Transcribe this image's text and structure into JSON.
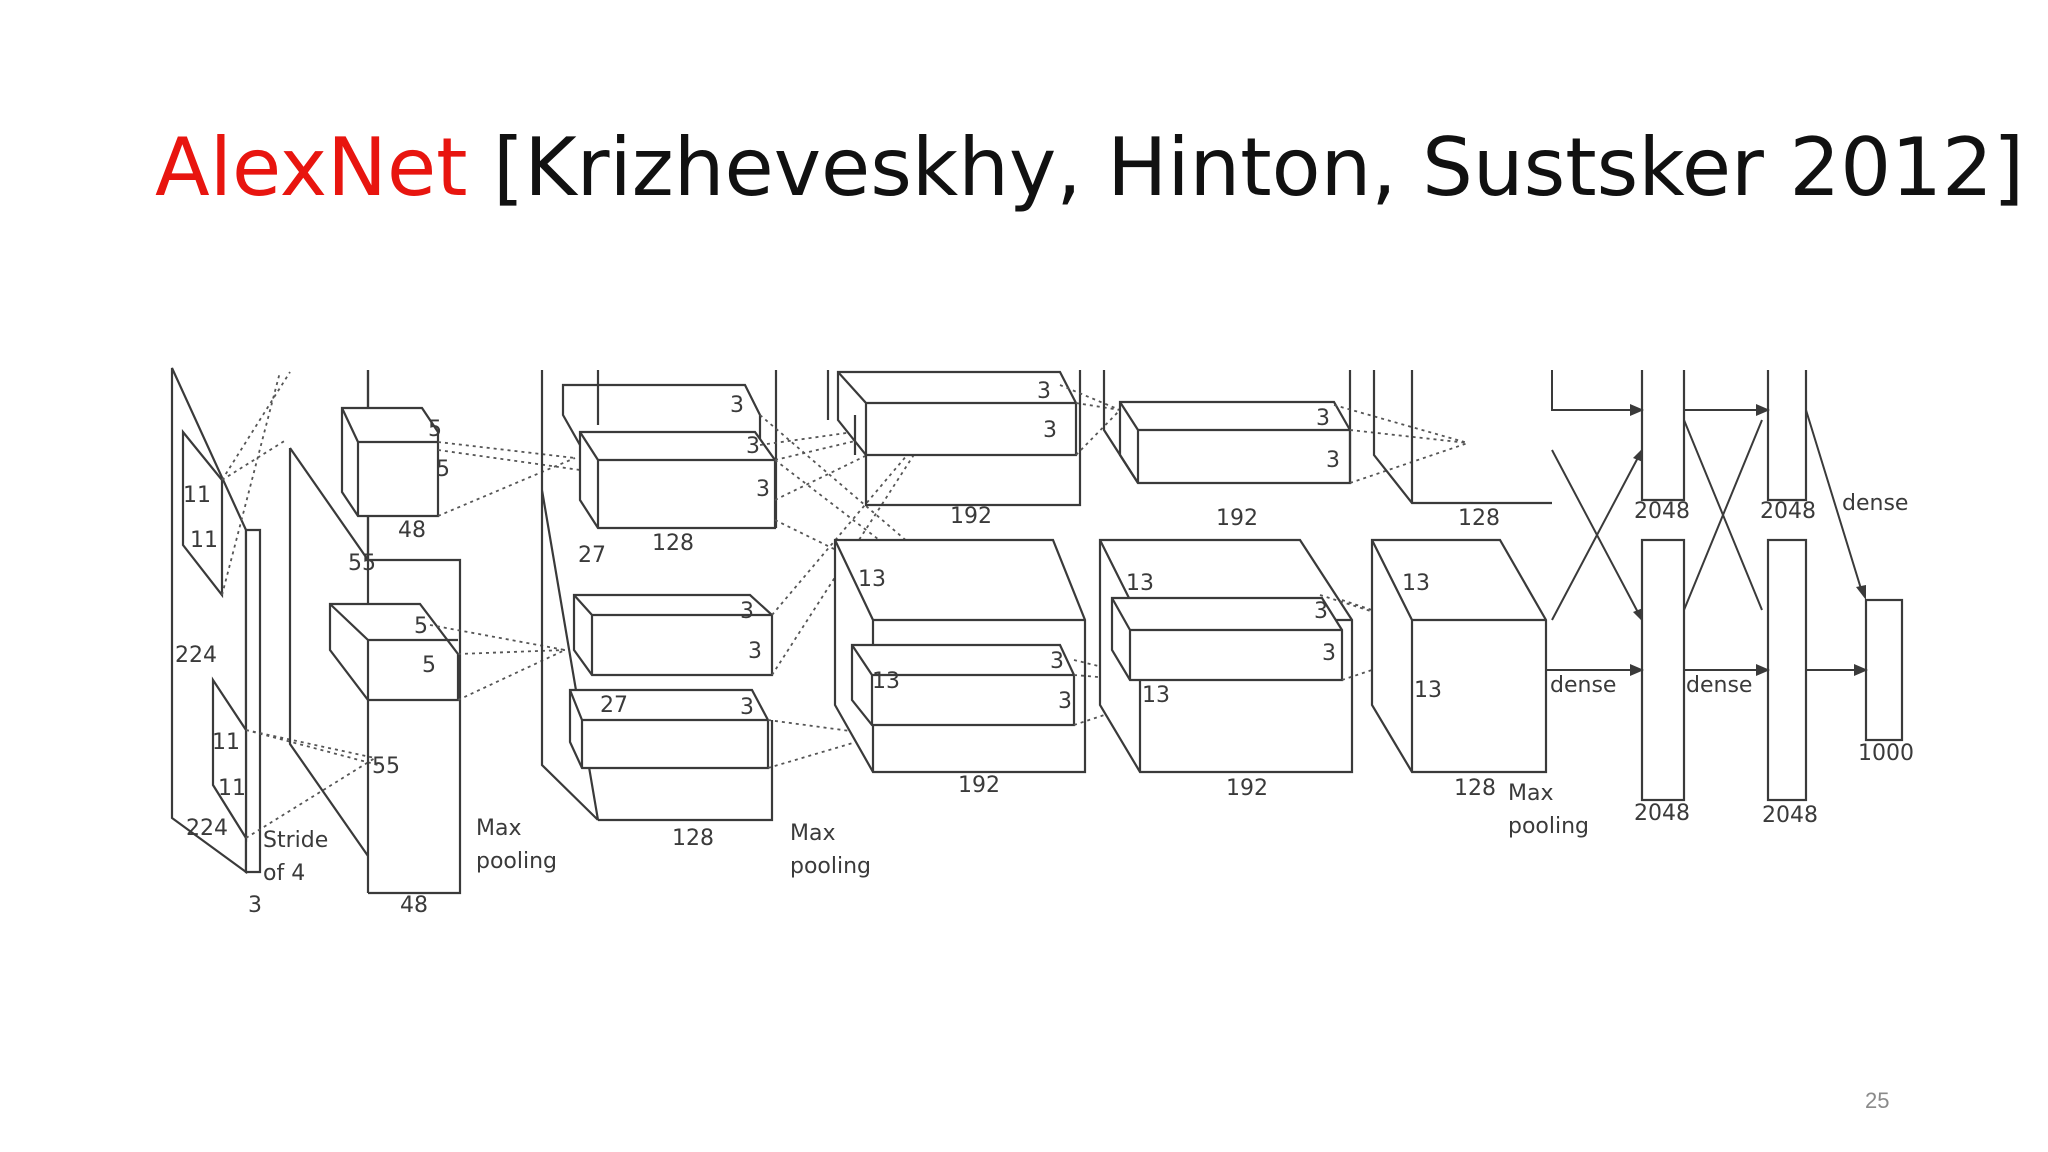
{
  "slide": {
    "title_network": "AlexNet",
    "title_citation": "[Krizheveskhy, Hinton, Sustsker 2012]",
    "page_number": "25",
    "accent_color": "#e8150f"
  },
  "diagram": {
    "labels": {
      "input_h": "224",
      "input_w": "224",
      "input_d": "3",
      "k1_a": "11",
      "k1_b": "11",
      "k1_c": "11",
      "k1_d": "11",
      "stride_1": "Stride",
      "stride_2": "of 4",
      "c1_w_top": "55",
      "c1_w_bot": "55",
      "c1_d_top": "48",
      "c1_d_bot": "48",
      "k2_a": "5",
      "k2_b": "5",
      "k2_c": "5",
      "k2_d": "5",
      "pool1_a": "Max",
      "pool1_b": "pooling",
      "c2_w_top": "27",
      "c2_w_bot": "27",
      "c2_d_top": "128",
      "c2_d_bot": "128",
      "k3_a": "3",
      "k3_b": "3",
      "k3_c": "3",
      "k3_d": "3",
      "k3_e": "3",
      "k3_f": "3",
      "pool2_a": "Max",
      "pool2_b": "pooling",
      "c3_w_a": "13",
      "c3_w_b": "13",
      "c3_d_top": "192",
      "c3_d_bot": "192",
      "k4_a": "3",
      "k4_b": "3",
      "k4_c": "3",
      "k4_d": "3",
      "c4_w_a": "13",
      "c4_w_b": "13",
      "c4_d_top": "192",
      "c4_d_bot": "192",
      "k5_a": "3",
      "k5_b": "3",
      "k5_c": "3",
      "k5_d": "3",
      "c5_w_a": "13",
      "c5_w_b": "13",
      "c5_d_top": "128",
      "c5_d_bot": "128",
      "pool3_a": "Max",
      "pool3_b": "pooling",
      "dense_a": "dense",
      "dense_b": "dense",
      "dense_c": "dense",
      "fc6_top": "2048",
      "fc6_bot": "2048",
      "fc7_top": "2048",
      "fc7_bot": "2048",
      "fc8": "1000"
    }
  }
}
